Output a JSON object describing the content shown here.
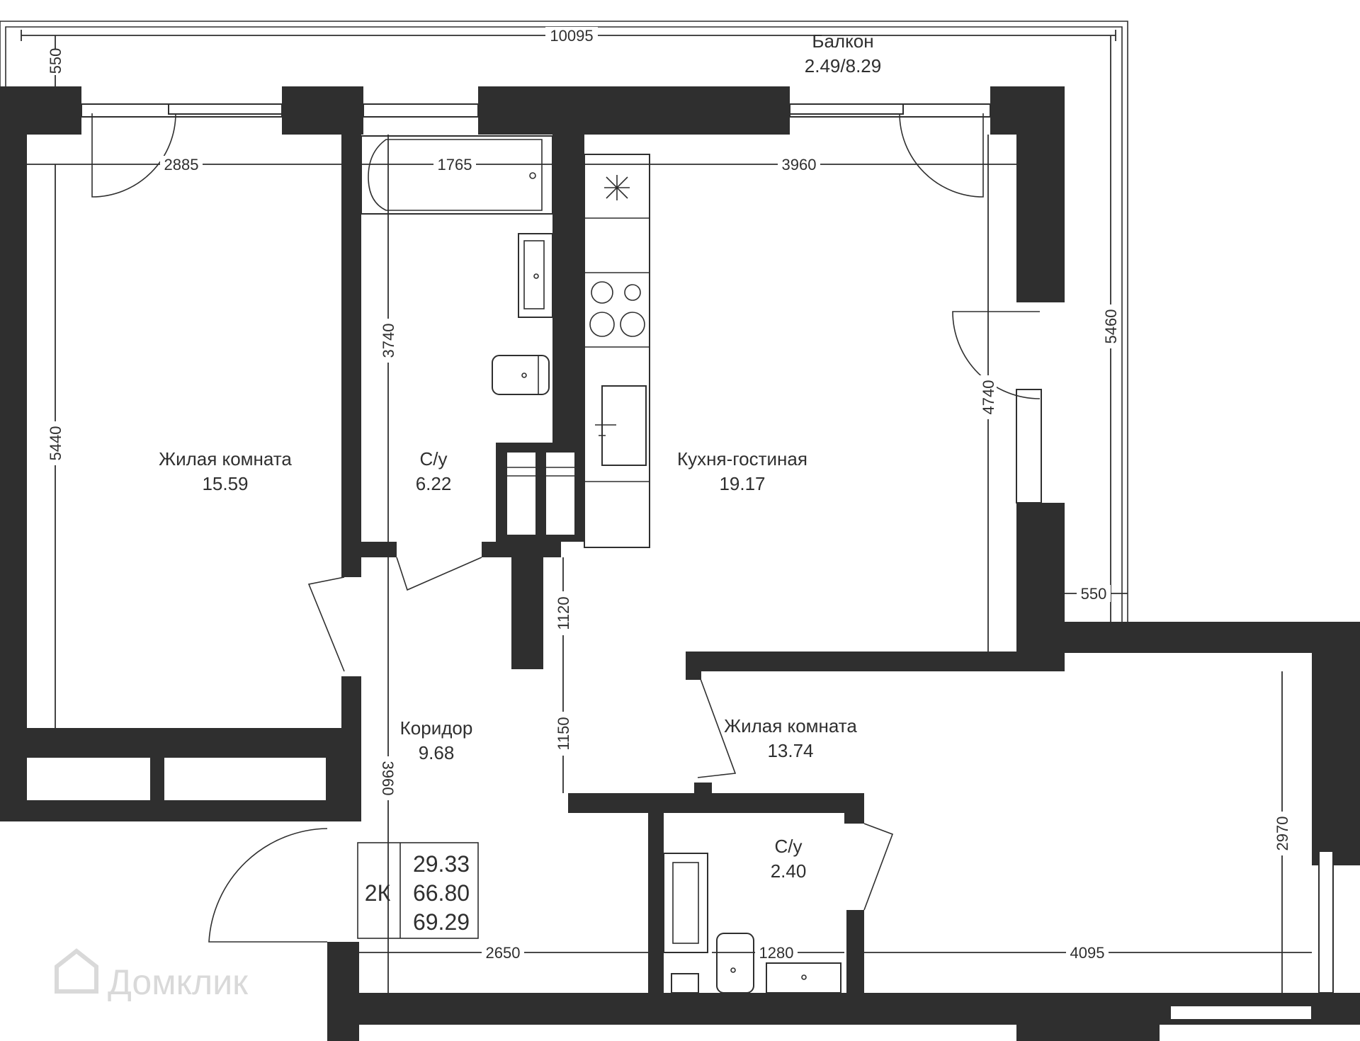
{
  "plan": {
    "rooms": [
      {
        "id": "balcony",
        "name": "Балкон",
        "area": "2.49/8.29"
      },
      {
        "id": "bedroom1",
        "name": "Жилая комната",
        "area": "15.59"
      },
      {
        "id": "bathroom1",
        "name": "С/у",
        "area": "6.22"
      },
      {
        "id": "kitchen",
        "name": "Кухня-гостиная",
        "area": "19.17"
      },
      {
        "id": "corridor",
        "name": "Коридор",
        "area": "9.68"
      },
      {
        "id": "bedroom2",
        "name": "Жилая комната",
        "area": "13.74"
      },
      {
        "id": "bathroom2",
        "name": "С/у",
        "area": "2.40"
      }
    ],
    "dimensions": {
      "total_width": "10095",
      "balcony_depth_left": "550",
      "balcony_depth_right": "550",
      "balcony_height": "5460",
      "bedroom1_width": "2885",
      "bedroom1_height": "5440",
      "bathroom1_width": "1765",
      "bathroom1_height": "3740",
      "kitchen_width": "3960",
      "kitchen_height": "4740",
      "corridor_upper": "1120",
      "corridor_lower": "1150",
      "corridor_height": "3960",
      "corridor_width": "2650",
      "bathroom2_width": "1280",
      "bedroom2_width": "4095",
      "bedroom2_height": "2970"
    },
    "summary": {
      "type": "2К",
      "living_area": "29.33",
      "total_area": "66.80",
      "total_with_balcony": "69.29"
    },
    "watermark": "Домклик"
  }
}
